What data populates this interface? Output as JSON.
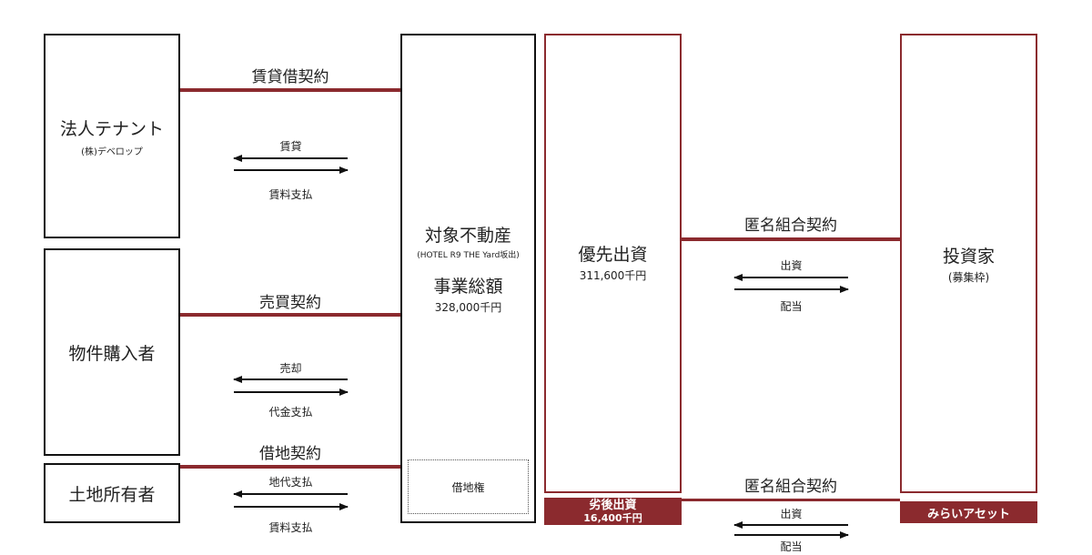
{
  "entities": {
    "corporate_tenant": {
      "title": "法人テナント",
      "sub": "(株)デベロップ"
    },
    "property_buyer": {
      "title": "物件購入者"
    },
    "landowner": {
      "title": "土地所有者"
    },
    "target_property": {
      "title": "対象不動産",
      "sub": "(HOTEL R9 THE Yard坂出)",
      "total_label": "事業総額",
      "total_value": "328,000千円",
      "leasehold_label": "借地権"
    },
    "senior_equity": {
      "title": "優先出資",
      "value": "311,600千円"
    },
    "investor": {
      "title": "投資家",
      "sub": "(募集枠)"
    },
    "subordinated": {
      "title": "劣後出資",
      "value": "16,400千円"
    },
    "mirai_asset": {
      "title": "みらいアセット"
    }
  },
  "relations": {
    "lease_contract": "賃貸借契約",
    "lease": "賃貸",
    "rent_payment": "賃料支払",
    "sale_contract": "売買契約",
    "sale": "売却",
    "price_payment": "代金支払",
    "land_lease_contract": "借地契約",
    "land_rent_payment": "地代支払",
    "land_rent_payment2": "賃料支払",
    "silent_partnership_top": "匿名組合契約",
    "investment_top": "出資",
    "dividend_top": "配当",
    "silent_partnership_bottom": "匿名組合契約",
    "investment_bottom": "出資",
    "dividend_bottom": "配当"
  },
  "colors": {
    "accent": "#8b2a2e",
    "line": "#111111"
  }
}
